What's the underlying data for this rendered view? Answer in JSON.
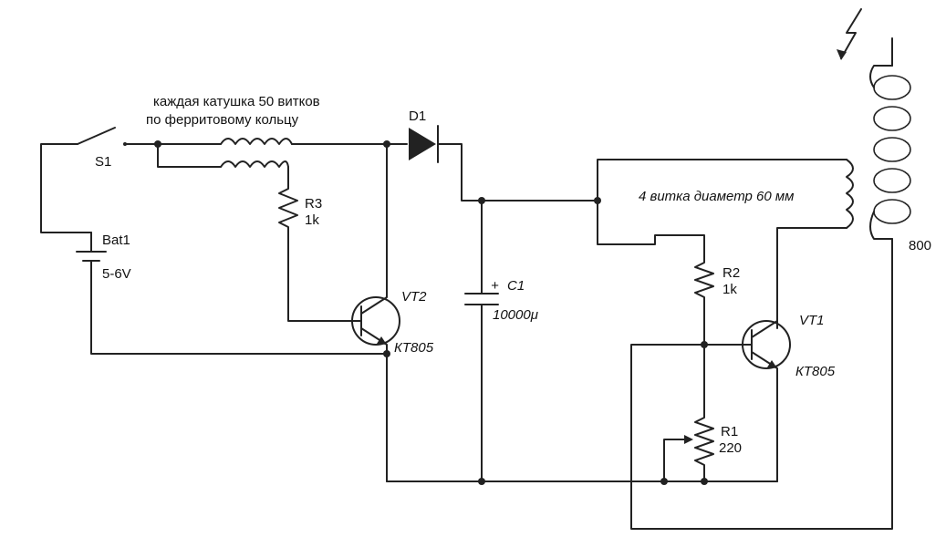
{
  "labels": {
    "note_line1": "каждая катушка 50 витков",
    "note_line2": "по ферритовому кольцу",
    "switch": "S1",
    "diode": "D1",
    "battery": "Bat1",
    "battery_voltage": "5-6V",
    "r3": "R3",
    "r3_value": "1k",
    "vt2": "VT2",
    "vt2_type": "КТ805",
    "capacitor": "C1",
    "capacitor_plus": "+",
    "capacitor_value": "10000μ",
    "primary_coil": "4 витка диаметр 60 мм",
    "r2": "R2",
    "r2_value": "1k",
    "vt1": "VT1",
    "vt1_type": "КТ805",
    "r1": "R1",
    "r1_value": "220",
    "secondary_turns": "800"
  }
}
